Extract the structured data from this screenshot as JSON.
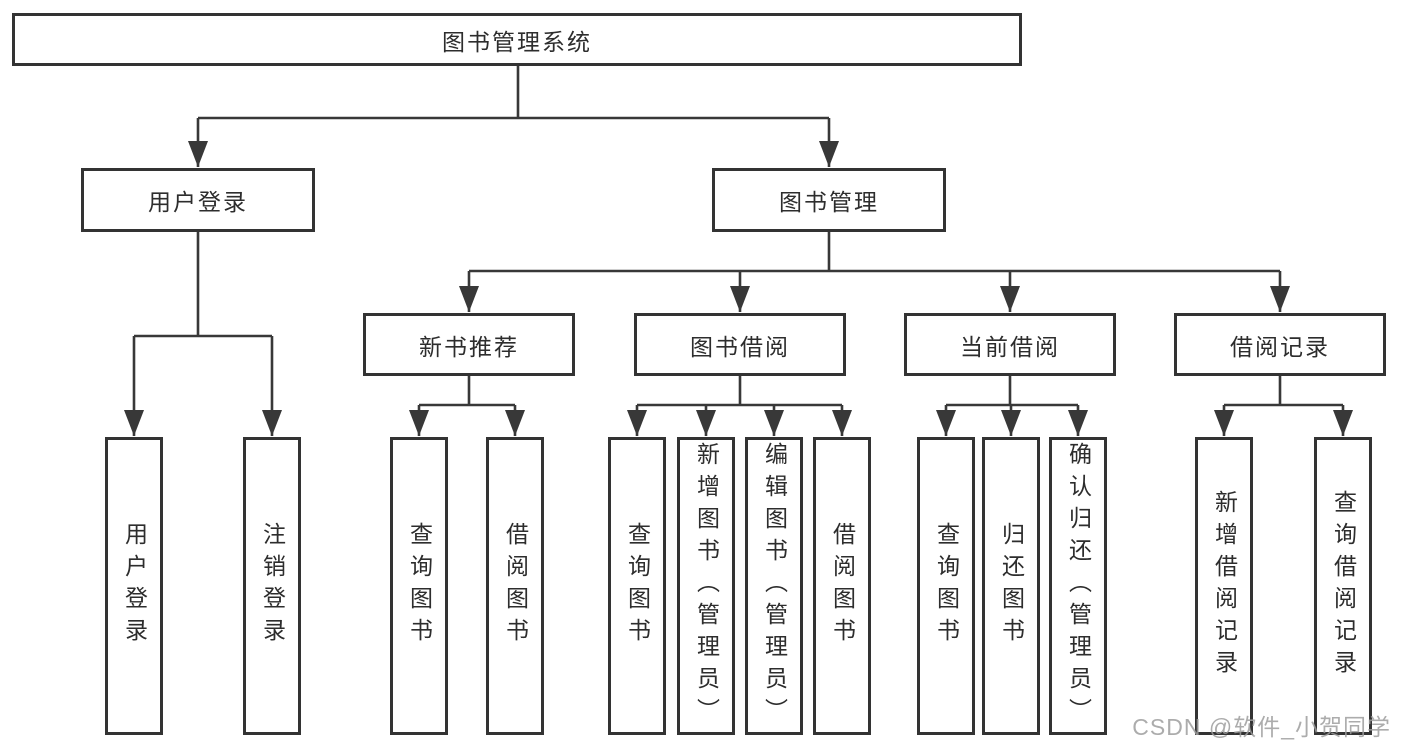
{
  "diagram": {
    "nodes": {
      "root": {
        "label": "图书管理系统"
      },
      "level2": [
        {
          "id": "user-login",
          "label": "用户登录"
        },
        {
          "id": "book-management",
          "label": "图书管理"
        }
      ],
      "level3": [
        {
          "id": "new-book-recommend",
          "label": "新书推荐"
        },
        {
          "id": "book-borrowing",
          "label": "图书借阅"
        },
        {
          "id": "current-borrowing",
          "label": "当前借阅"
        },
        {
          "id": "borrowing-records",
          "label": "借阅记录"
        }
      ],
      "leaves": [
        {
          "parent": "user-login",
          "label": "用户登录"
        },
        {
          "parent": "user-login",
          "label": "注销登录"
        },
        {
          "parent": "new-book-recommend",
          "label": "查询图书"
        },
        {
          "parent": "new-book-recommend",
          "label": "借阅图书"
        },
        {
          "parent": "book-borrowing",
          "label": "查询图书"
        },
        {
          "parent": "book-borrowing",
          "label": "新增图书（管理员）"
        },
        {
          "parent": "book-borrowing",
          "label": "编辑图书（管理员）"
        },
        {
          "parent": "book-borrowing",
          "label": "借阅图书"
        },
        {
          "parent": "current-borrowing",
          "label": "查询图书"
        },
        {
          "parent": "current-borrowing",
          "label": "归还图书"
        },
        {
          "parent": "current-borrowing",
          "label": "确认归还（管理员）"
        },
        {
          "parent": "borrowing-records",
          "label": "新增借阅记录"
        },
        {
          "parent": "borrowing-records",
          "label": "查询借阅记录"
        }
      ]
    }
  },
  "watermark": {
    "text": "CSDN @软件_小贺同学"
  },
  "colors": {
    "background": "#ffffff",
    "line": "#383838",
    "box_border": "#333333",
    "text": "#2d2d2d",
    "watermark": "#9e9e9e"
  }
}
